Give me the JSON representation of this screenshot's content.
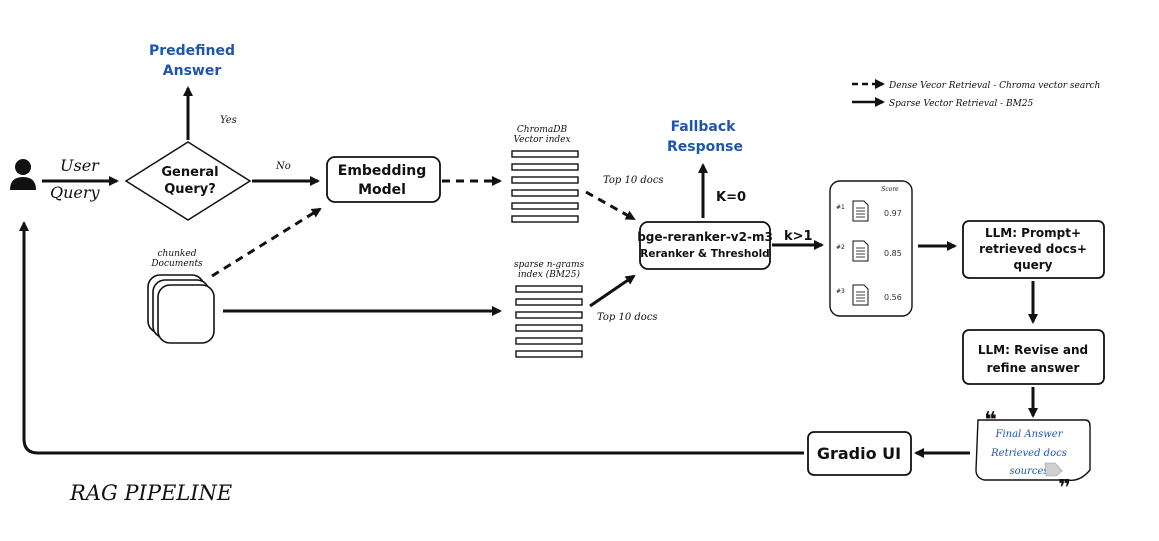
{
  "title": "RAG PIPELINE",
  "legend": {
    "dense": "Dense Vecor Retrieval - Chroma vector search",
    "sparse": "Sparse Vector Retrieval - BM25"
  },
  "user": {
    "line1": "User",
    "line2": "Query"
  },
  "decision": {
    "line1": "General",
    "line2": "Query?",
    "yes": "Yes",
    "no": "No"
  },
  "predefined": {
    "line1": "Predefined",
    "line2": "Answer"
  },
  "embedding": {
    "line1": "Embedding",
    "line2": "Model"
  },
  "chunked": {
    "line1": "chunked",
    "line2": "Documents"
  },
  "chroma": {
    "line1": "ChromaDB",
    "line2": "Vector index"
  },
  "sparse_index": {
    "line1": "sparse n-grams",
    "line2": "index (BM25)"
  },
  "top_docs_dense": "Top 10 docs",
  "top_docs_sparse": "Top 10 docs",
  "fallback": {
    "line1": "Fallback",
    "line2": "Response",
    "k0": "K=0"
  },
  "reranker": {
    "line1": "bge-reranker-v2-m3",
    "line2": "Reranker & Threshold",
    "k1": "k>1"
  },
  "scores": {
    "header": "Score",
    "items": [
      {
        "rank": "#1",
        "score": "0.97"
      },
      {
        "rank": "#2",
        "score": "0.85"
      },
      {
        "rank": "#3",
        "score": "0.56"
      }
    ]
  },
  "llm_prompt": {
    "line1": "LLM: Prompt+",
    "line2": "retrieved docs+",
    "line3": "query"
  },
  "llm_revise": {
    "line1": "LLM: Revise and",
    "line2": "refine answer"
  },
  "final": {
    "line1": "Final Answer",
    "line2": "Retrieved docs",
    "line3": "sources"
  },
  "gradio": "Gradio UI",
  "colors": {
    "accent_blue": "#1f57a6",
    "ink": "#111111"
  }
}
